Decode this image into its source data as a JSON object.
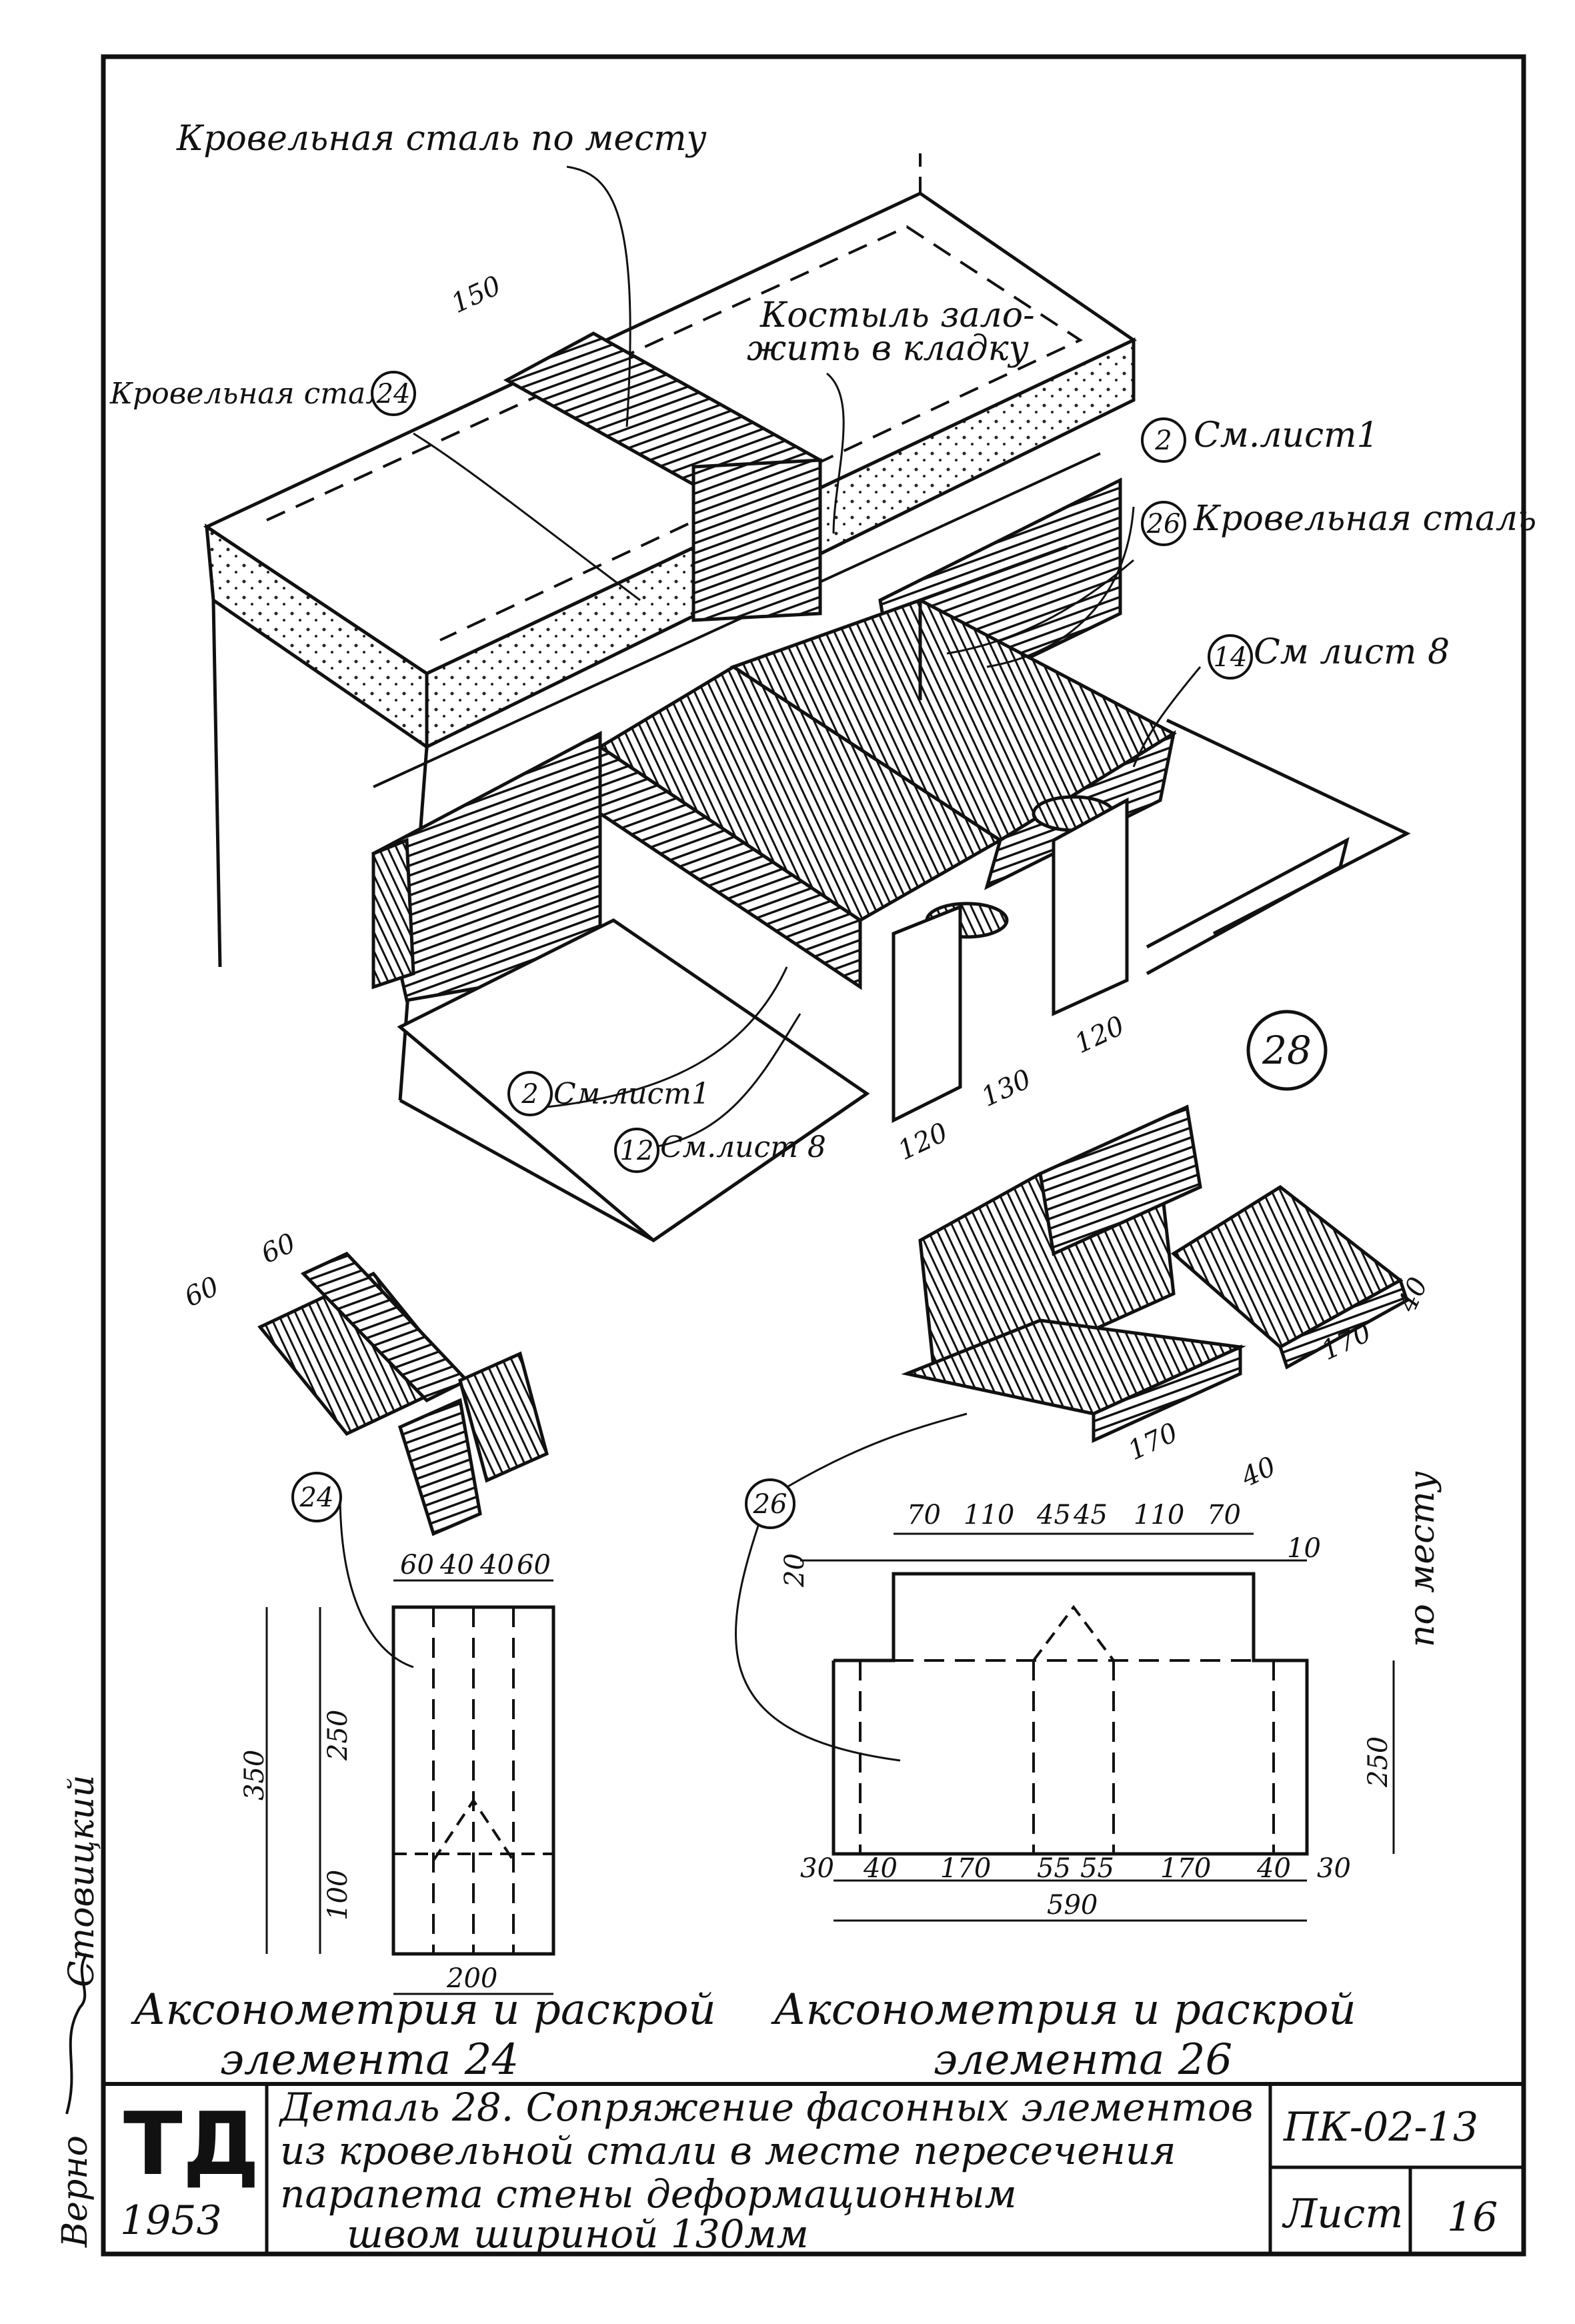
{
  "labels": {
    "roof_steel_in_place": "Кровельная сталь по месту",
    "crutch_line1": "Костыль зало-",
    "crutch_line2": "жить в кладку",
    "roof_steel_left": "Кровельная сталь",
    "roof_steel_right": "Кровельная сталь",
    "see_sheet1_top": "См.лист1",
    "see_sheet8_top": "См лист 8",
    "see_sheet1_bottom": "См.лист1",
    "see_sheet8_bottom": "См.лист 8",
    "in_place": "по месту"
  },
  "bubbles": {
    "b24_top": "24",
    "b2_top": "2",
    "b26_top": "26",
    "b14": "14",
    "b2_bottom": "2",
    "b12": "12",
    "b28": "28",
    "b24_bottom": "24",
    "b26_bottom": "26"
  },
  "dims": {
    "d150": "150",
    "d120a": "120",
    "d130": "130",
    "d120b": "120",
    "d60a": "60",
    "d60b": "60",
    "d170a": "170",
    "d170b": "170",
    "d40a": "40",
    "d40b": "40",
    "cut24_top": [
      "60",
      "40",
      "40",
      "60"
    ],
    "d350": "350",
    "d250a": "250",
    "d100": "100",
    "d200": "200",
    "cut26_top": [
      "70",
      "110",
      "45",
      "45",
      "110",
      "70"
    ],
    "d10": "10",
    "d20": "20",
    "d250b": "250",
    "cut26_bottom": [
      "30",
      "40",
      "170",
      "55",
      "55",
      "170",
      "40",
      "30"
    ],
    "d590": "590"
  },
  "captions": {
    "axo24_line1": "Аксонометрия и раскрой",
    "axo24_line2": "элемента 24",
    "axo26_line1": "Аксонометрия и раскрой",
    "axo26_line2": "элемента 26"
  },
  "side": {
    "verified": "Верно",
    "signer": "Стовицкий"
  },
  "title_block": {
    "logo": "ТД",
    "year": "1953",
    "desc_line1": "Деталь 28. Сопряжение фасонных элементов",
    "desc_line2": "из кровельной стали в месте пересечения",
    "desc_line3": "парапета стены деформационным",
    "desc_line4": "швом шириной 130мм",
    "code": "ПК-02-13",
    "sheet_label": "Лист",
    "sheet_num": "16"
  }
}
